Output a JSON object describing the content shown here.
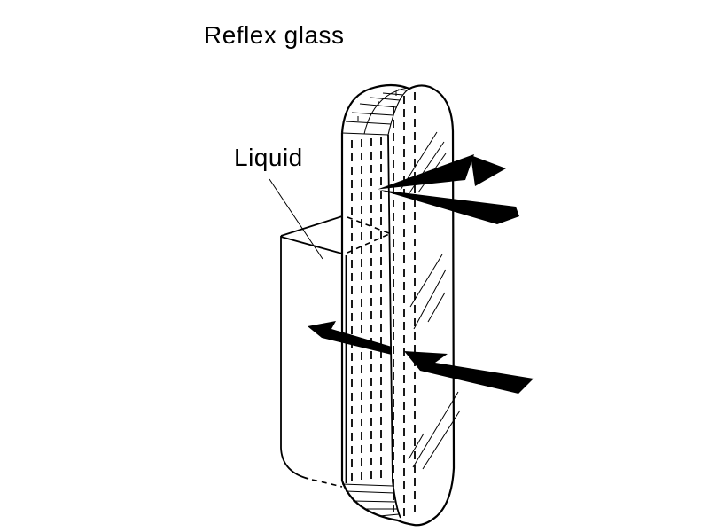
{
  "figure": {
    "title": "Reflex glass",
    "labels": {
      "liquid": "Liquid"
    },
    "colors": {
      "background": "#ffffff",
      "ink": "#000000"
    },
    "diagram": {
      "type": "technical-line-drawing",
      "subject": "Reflex glass level gauge on a liquid tank",
      "components": [
        "reflex-glass-capsule",
        "hatched-top-end-cap",
        "hatched-bottom-end-cap",
        "groove-dashed-lines",
        "glass-shine-marks",
        "liquid-tank",
        "liquid-leader-line",
        "incident-ray-upper",
        "reflected-ray-upper",
        "incident-ray-lower",
        "transmitted-ray-lower"
      ]
    }
  }
}
